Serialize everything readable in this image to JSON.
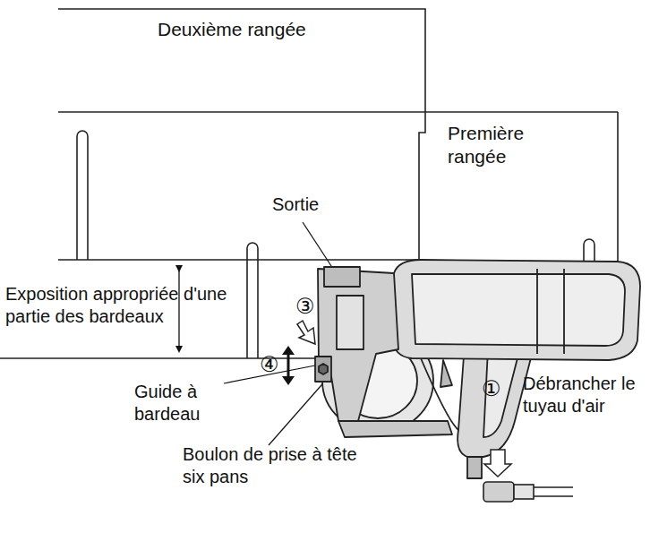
{
  "diagram": {
    "nodes": [
      {
        "text": [
          "Deuxième rangée"
        ]
      },
      {
        "text": [
          "Première rangée"
        ]
      }
    ],
    "labels": [
      "Sortie",
      "Exposition appropriée d'une partie des bardeaux",
      "③",
      "④",
      "Guide à bardeau",
      "Boulon de prise à tête six pans",
      "①",
      "Débrancher le tuyau d'air"
    ]
  }
}
